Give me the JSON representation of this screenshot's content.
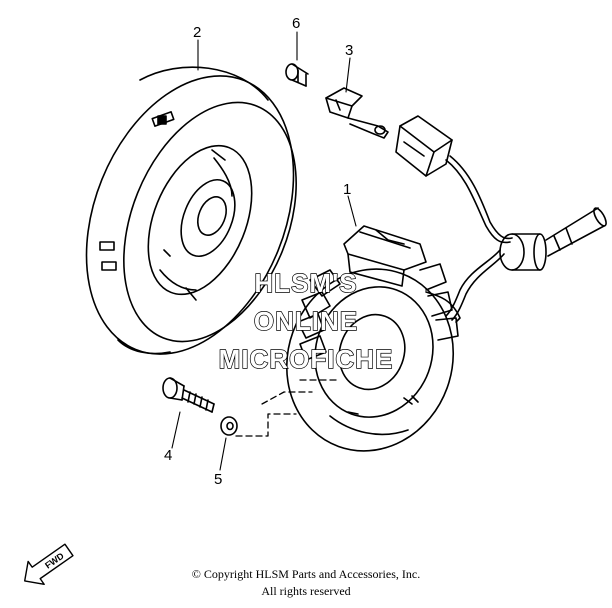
{
  "diagram": {
    "callouts": [
      {
        "id": "1",
        "label": "1"
      },
      {
        "id": "2",
        "label": "2"
      },
      {
        "id": "3",
        "label": "3"
      },
      {
        "id": "4",
        "label": "4"
      },
      {
        "id": "5",
        "label": "5"
      },
      {
        "id": "6",
        "label": "6"
      }
    ],
    "watermark": [
      "HLSM'S",
      "ONLINE",
      "MICROFICHE"
    ],
    "fwd_label": "FWD"
  },
  "footer": {
    "copyright": "© Copyright HLSM Parts and Accessories, Inc.",
    "rights": "All rights reserved"
  }
}
